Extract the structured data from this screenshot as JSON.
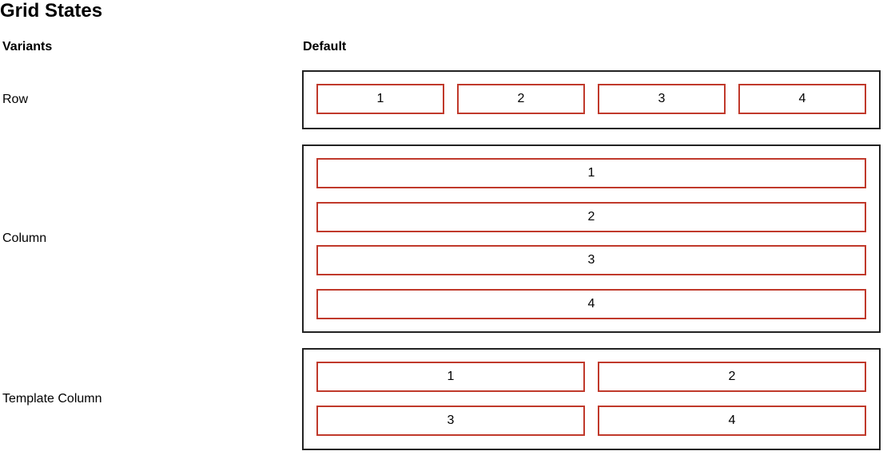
{
  "title": "Grid States",
  "headers": {
    "variants": "Variants",
    "default": "Default"
  },
  "variants": [
    {
      "label": "Row",
      "items": [
        "1",
        "2",
        "3",
        "4"
      ]
    },
    {
      "label": "Column",
      "items": [
        "1",
        "2",
        "3",
        "4"
      ]
    },
    {
      "label": "Template Column",
      "items": [
        "1",
        "2",
        "3",
        "4"
      ]
    }
  ],
  "colors": {
    "frame_border": "#222222",
    "cell_border": "#c0392b",
    "background": "#ffffff"
  }
}
